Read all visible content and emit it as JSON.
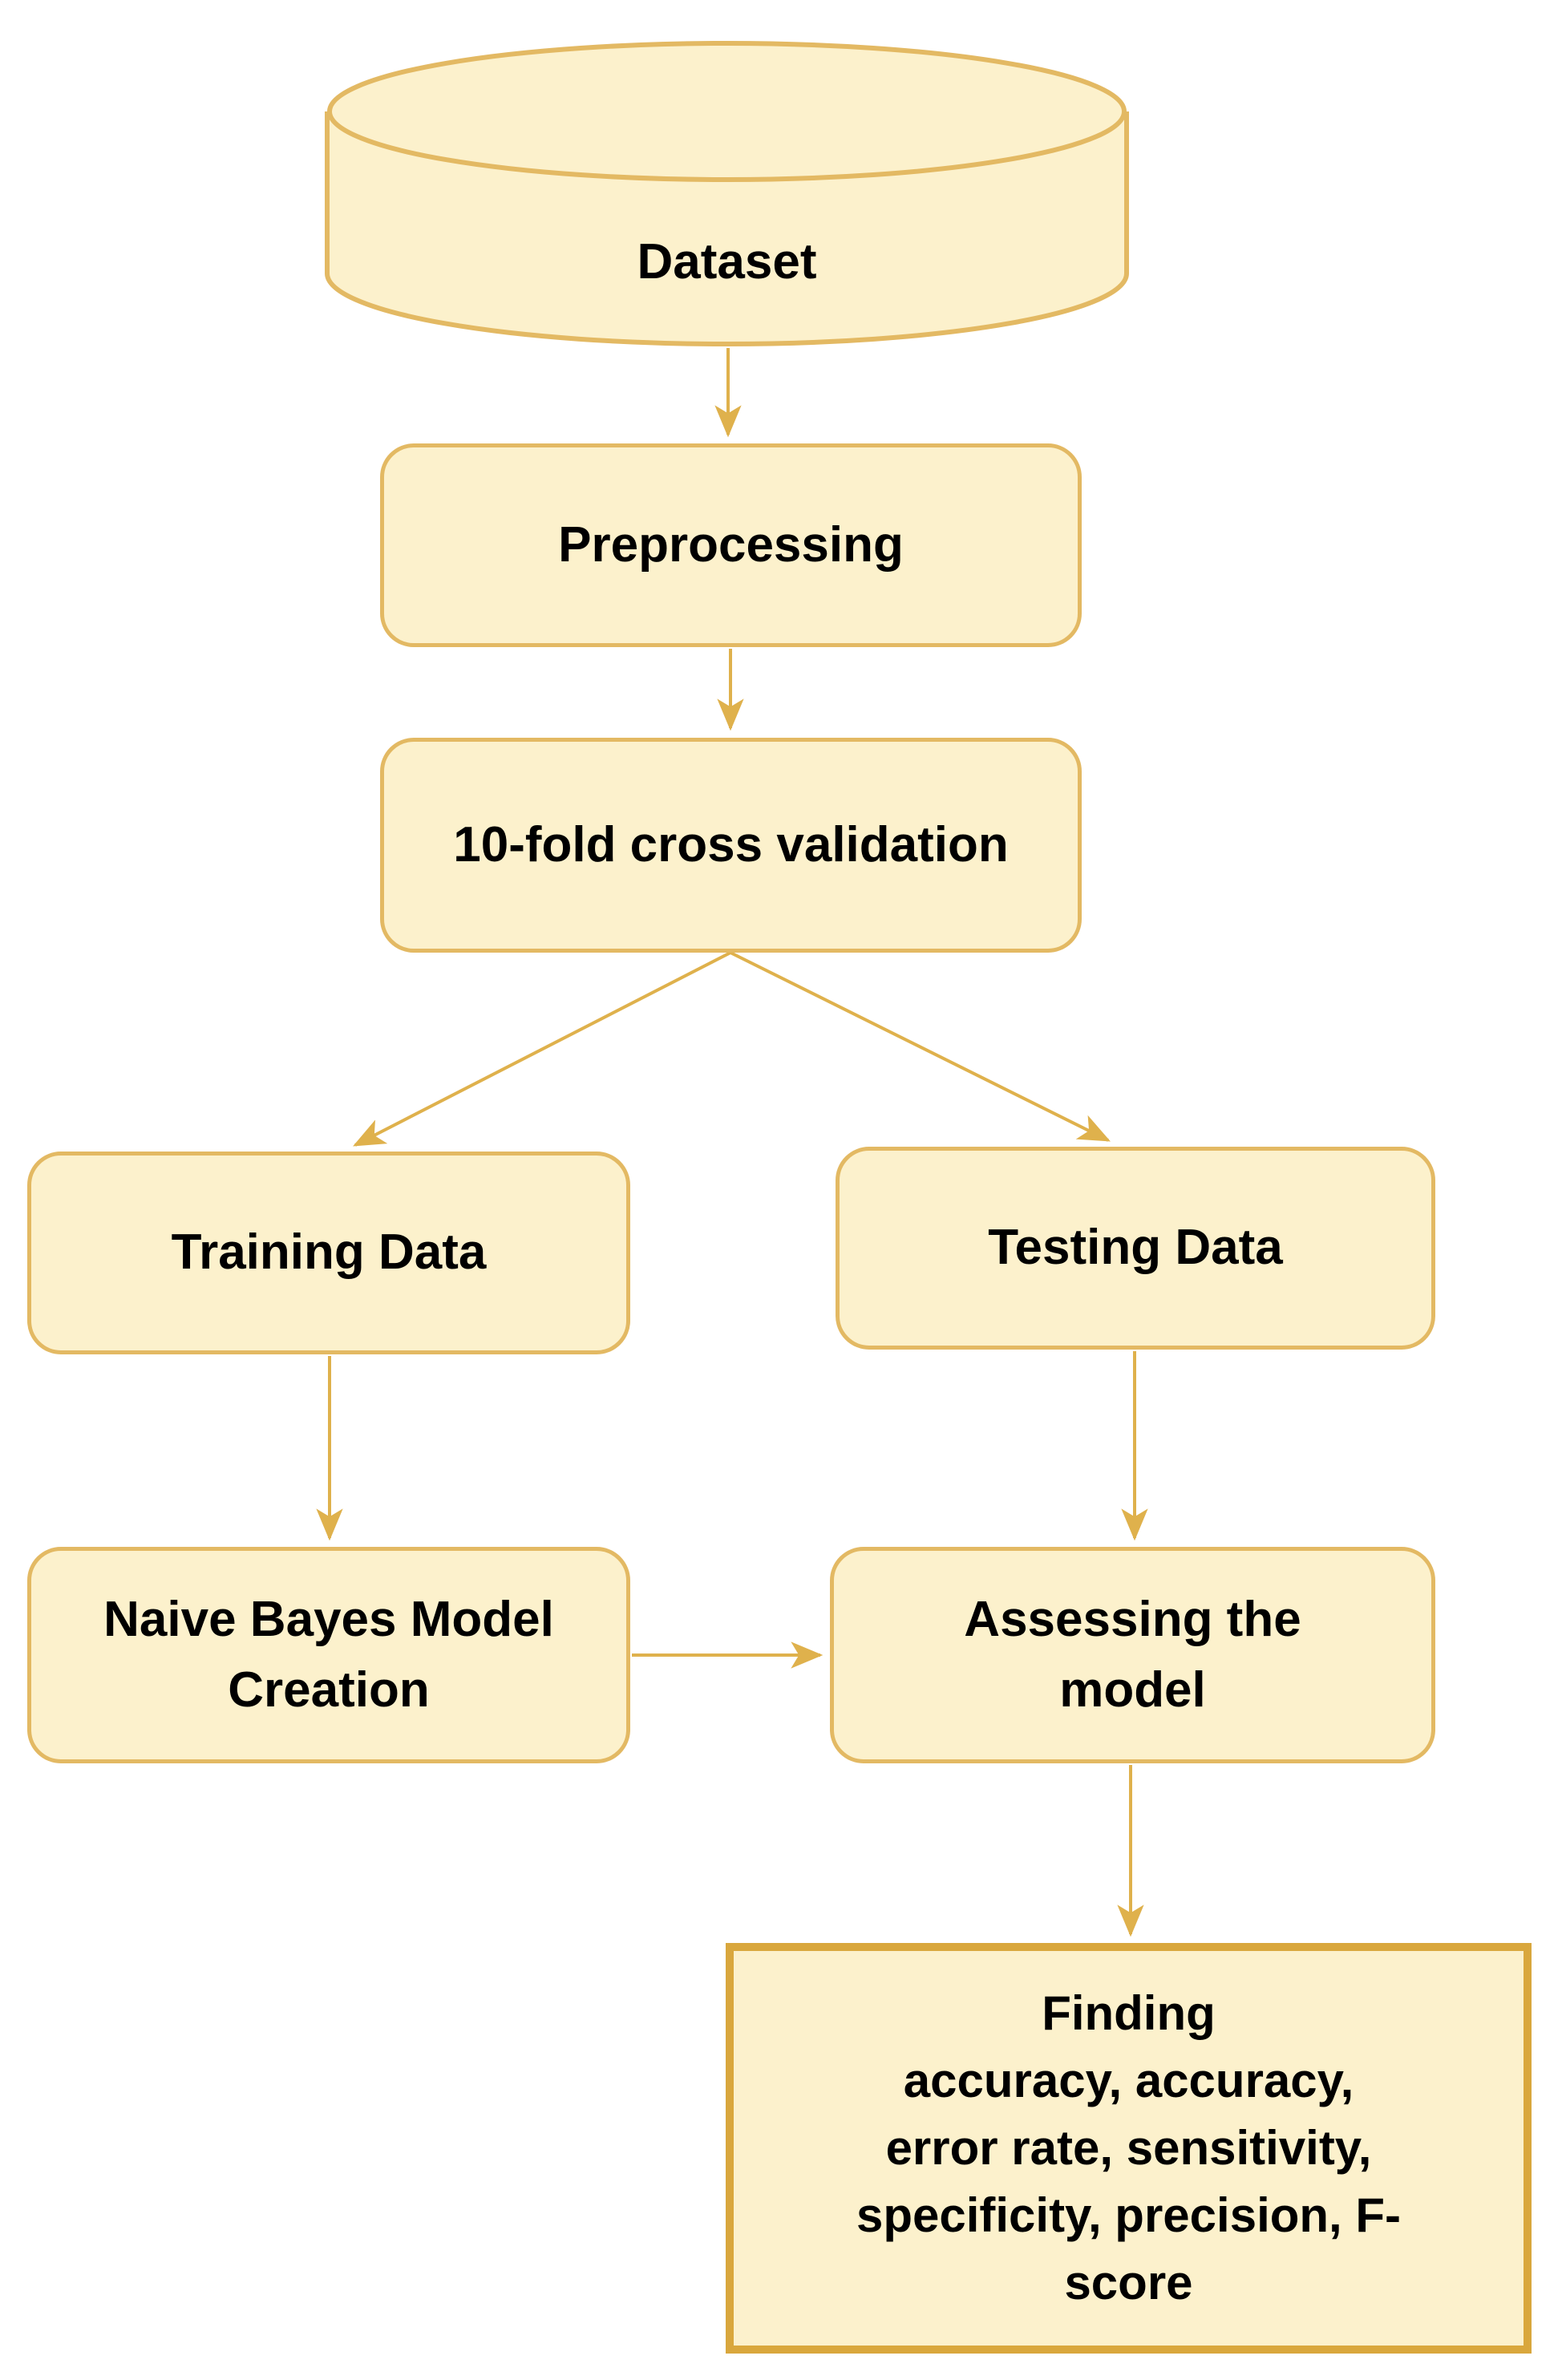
{
  "diagram": {
    "type": "flowchart",
    "colors": {
      "background": "#FFFFFF",
      "node_fill": "#FCF1CC",
      "node_border": "#E3B963",
      "final_node_border": "#D9A73D",
      "arrow": "#DFB14C",
      "text": "#000000"
    },
    "nodes": {
      "dataset": {
        "label": "Dataset",
        "shape": "cylinder"
      },
      "preprocessing": {
        "label": "Preprocessing",
        "shape": "rounded-rect"
      },
      "cross_validation": {
        "label": "10-fold cross validation",
        "shape": "rounded-rect"
      },
      "training_data": {
        "label": "Training Data",
        "shape": "rounded-rect"
      },
      "testing_data": {
        "label": "Testing Data",
        "shape": "rounded-rect"
      },
      "naive_bayes": {
        "label": "Naive Bayes Model\nCreation",
        "shape": "rounded-rect"
      },
      "assessing": {
        "label": "Assessing the\nmodel",
        "shape": "rounded-rect"
      },
      "finding": {
        "label": "Finding\naccuracy, accuracy,\nerror rate, sensitivity,\nspecificity, precision, F-\nscore",
        "shape": "rect"
      }
    },
    "edges": [
      {
        "from": "dataset",
        "to": "preprocessing"
      },
      {
        "from": "preprocessing",
        "to": "cross_validation"
      },
      {
        "from": "cross_validation",
        "to": "training_data"
      },
      {
        "from": "cross_validation",
        "to": "testing_data"
      },
      {
        "from": "training_data",
        "to": "naive_bayes"
      },
      {
        "from": "testing_data",
        "to": "assessing"
      },
      {
        "from": "naive_bayes",
        "to": "assessing"
      },
      {
        "from": "assessing",
        "to": "finding"
      }
    ]
  }
}
